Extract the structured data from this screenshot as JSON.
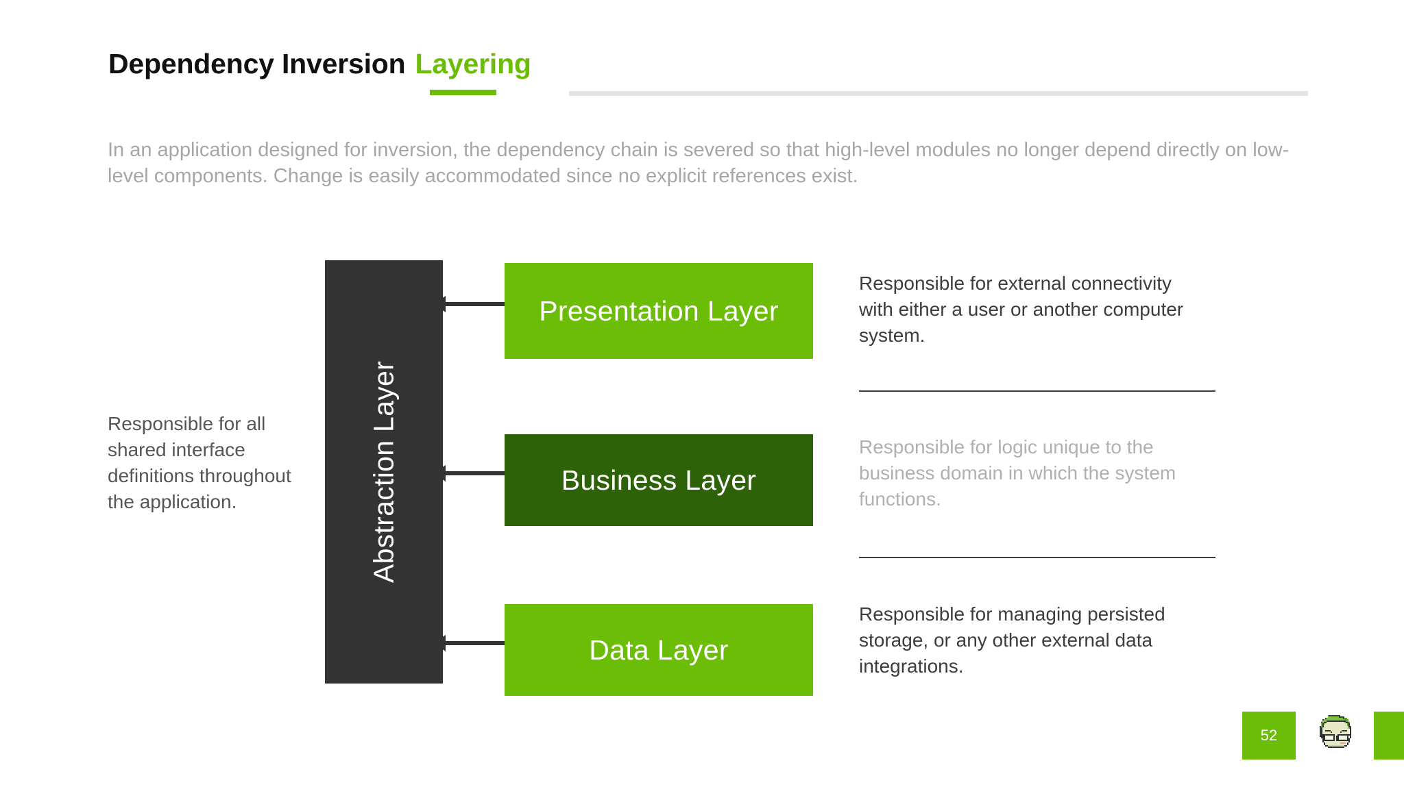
{
  "header": {
    "title_main": "Dependency Inversion",
    "title_accent": "Layering",
    "accent_color": "#6cbd07",
    "rule_grey_color": "#e3e3e3"
  },
  "intro": {
    "text": "In an application designed for inversion, the dependency chain is severed so that high-level modules no longer depend directly on low-level components.  Change is easily accommodated since no explicit references exist."
  },
  "diagram": {
    "abstraction": {
      "label": "Abstraction Layer",
      "color": "#333333",
      "description": "Responsible for all shared interface definitions throughout the application."
    },
    "arrow_icon": "arrow-left-icon",
    "layers": [
      {
        "label": "Presentation Layer",
        "color": "#6cbd07",
        "description": "Responsible for external connectivity with either a user or another computer system.",
        "dimmed": false
      },
      {
        "label": "Business Layer",
        "color": "#2d6209",
        "description": "Responsible for logic unique to the business domain in which the system functions.",
        "dimmed": true
      },
      {
        "label": "Data Layer",
        "color": "#6cbd07",
        "description": "Responsible for managing persisted storage, or any other external data integrations.",
        "dimmed": false
      }
    ]
  },
  "footer": {
    "page_number": "52",
    "avatar_label": "avatar-icon",
    "badge_color": "#6cbd07"
  }
}
